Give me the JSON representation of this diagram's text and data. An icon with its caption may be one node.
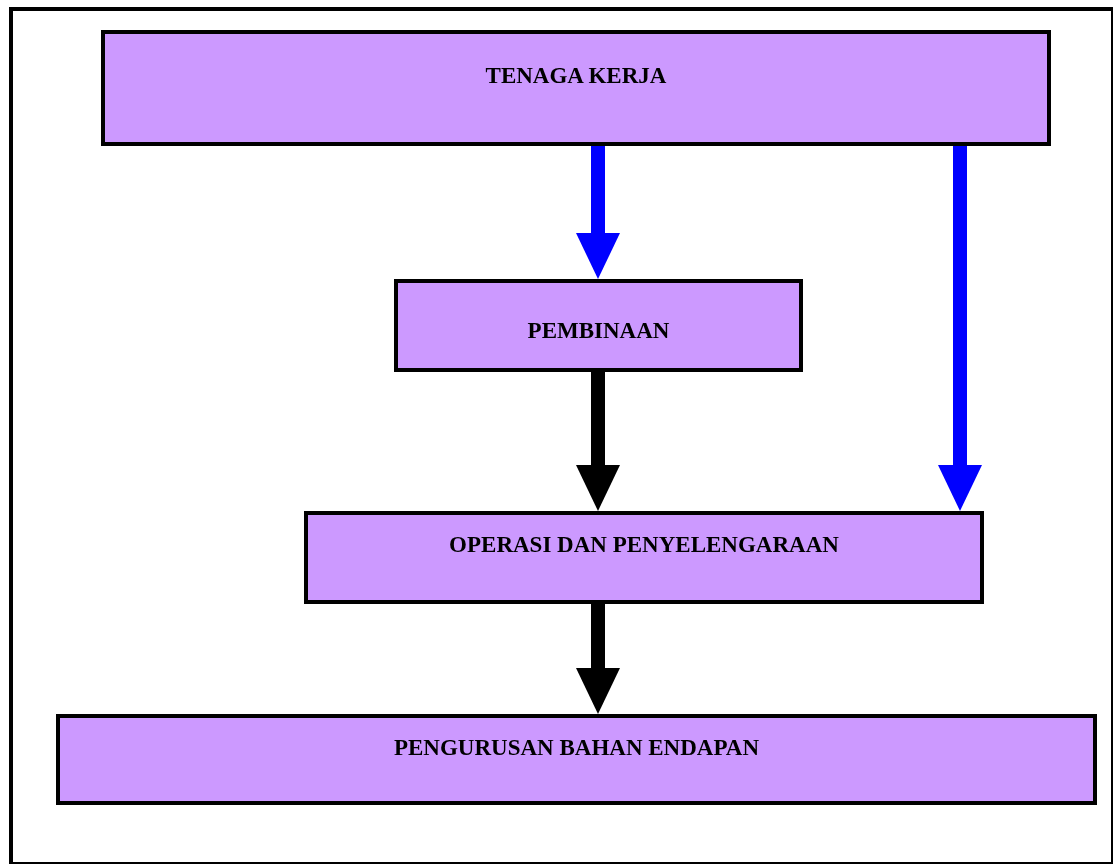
{
  "diagram": {
    "nodes": [
      {
        "text": [
          "TENAGA KERJA"
        ]
      },
      {
        "text": [
          "PEMBINAAN"
        ]
      },
      {
        "text": [
          "OPERASI DAN PENYELENGARAAN"
        ]
      },
      {
        "text": [
          "PENGURUSAN BAHAN ENDAPAN"
        ]
      }
    ],
    "edges": [
      {
        "from": 0,
        "to": 1,
        "arrow": "to",
        "color": "#0000ff"
      },
      {
        "from": 0,
        "to": 2,
        "arrow": "to",
        "color": "#0000ff"
      },
      {
        "from": 1,
        "to": 2,
        "arrow": "to",
        "color": "#000000"
      },
      {
        "from": 2,
        "to": 3,
        "arrow": "to",
        "color": "#000000"
      }
    ]
  }
}
